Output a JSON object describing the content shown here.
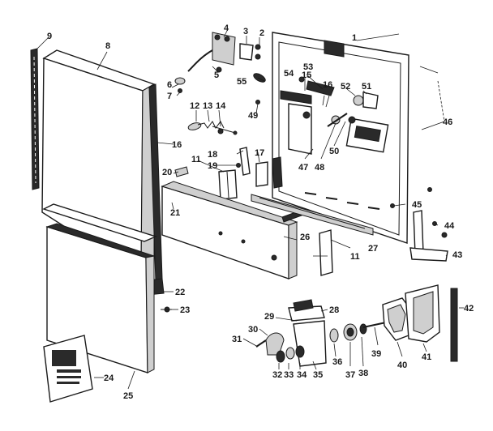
{
  "diagram": {
    "callouts": [
      "1",
      "2",
      "3",
      "4",
      "5",
      "6",
      "7",
      "8",
      "9",
      "11",
      "11",
      "12",
      "13",
      "14",
      "15",
      "16",
      "16",
      "17",
      "18",
      "19",
      "20",
      "21",
      "22",
      "23",
      "24",
      "25",
      "26",
      "27",
      "28",
      "29",
      "30",
      "31",
      "32",
      "33",
      "34",
      "35",
      "36",
      "37",
      "38",
      "39",
      "40",
      "41",
      "42",
      "43",
      "44",
      "45",
      "46",
      "47",
      "48",
      "49",
      "50",
      "51",
      "52",
      "53",
      "54",
      "55"
    ]
  }
}
